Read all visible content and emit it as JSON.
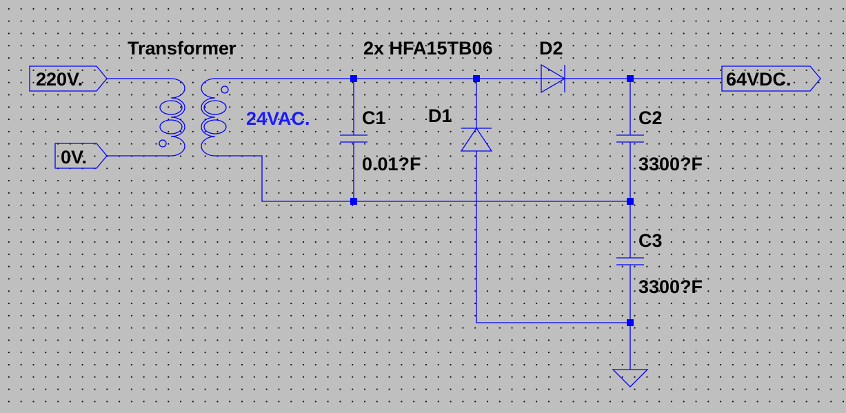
{
  "ports": {
    "in_high": "220V.",
    "in_low": "0V.",
    "out": "64VDC."
  },
  "labels": {
    "transformer": "Transformer",
    "secondary_voltage": "24VAC.",
    "diode_part": "2x HFA15TB06"
  },
  "components": {
    "c1": {
      "name": "C1",
      "value": "0.01?F"
    },
    "c2": {
      "name": "C2",
      "value": "3300?F"
    },
    "c3": {
      "name": "C3",
      "value": "3300?F"
    },
    "d1": {
      "name": "D1"
    },
    "d2": {
      "name": "D2"
    }
  },
  "colors": {
    "wire": "#0000ff",
    "background": "#bfbfbf",
    "secondary_label": "#1a1aff"
  }
}
